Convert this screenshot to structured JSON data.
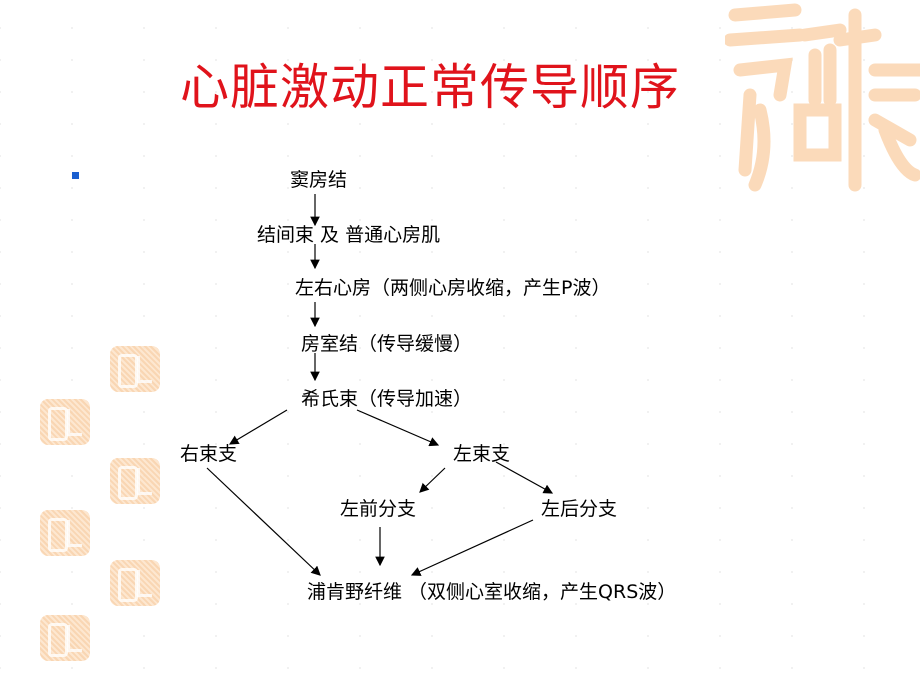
{
  "slide": {
    "title": "心脏激动正常传导顺序",
    "title_color": "#e0131b",
    "bullet_color": "#1a5fd0"
  },
  "flow": {
    "sinoatrial_node": "窦房结",
    "internodal_tract": "结间束 及 普通心房肌",
    "atria": "左右心房（两侧心房收缩，产生P波）",
    "av_node": "房室结（传导缓慢）",
    "his_bundle": "希氏束（传导加速）",
    "right_bundle_branch": "右束支",
    "left_bundle_branch": "左束支",
    "left_anterior_fascicle": "左前分支",
    "left_posterior_fascicle": "左后分支",
    "purkinje_fibers": "浦肯野纤维 （双侧心室收缩，产生QRS波）"
  },
  "decorations": {
    "seal_icon": "auspicious-seal-stamp",
    "seal_color": "#f9cfa6"
  }
}
